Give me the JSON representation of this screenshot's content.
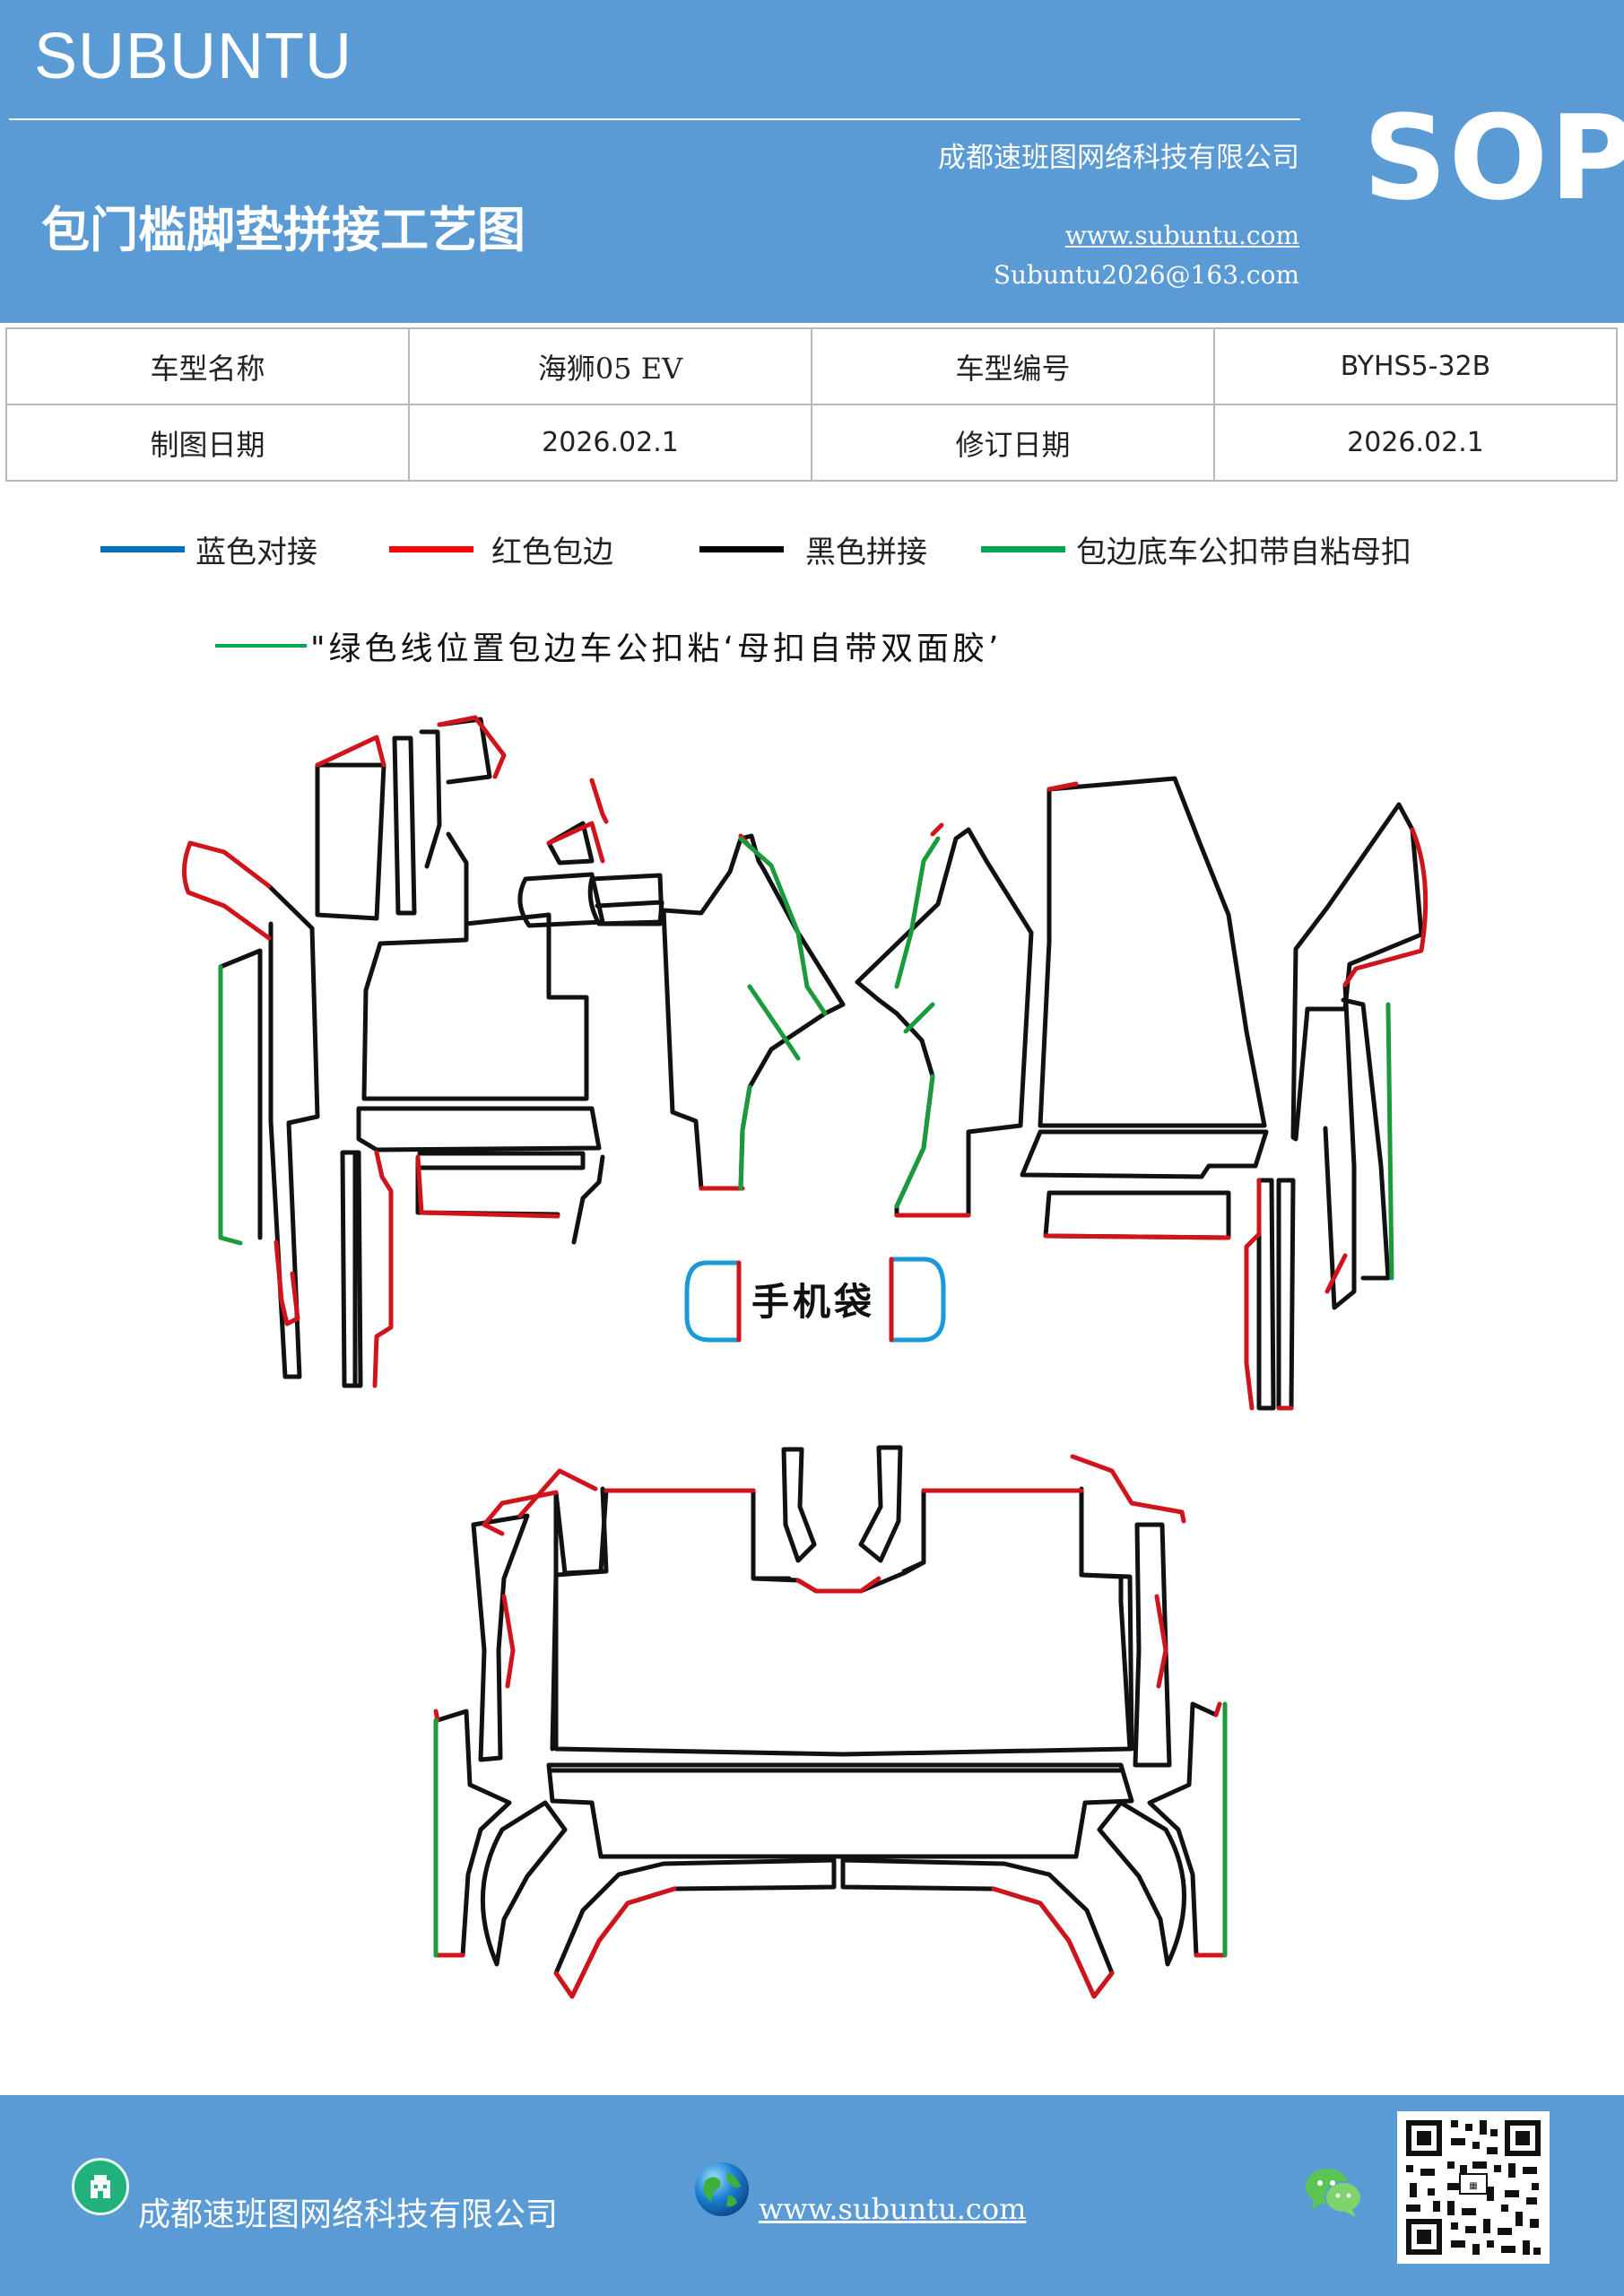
{
  "header": {
    "brand": "SUBUNTU",
    "company": "成都速班图网络科技有限公司",
    "title": "包门槛脚垫拼接工艺图",
    "website": "www.subuntu.com",
    "email": "Subuntu2026@163.com",
    "sop": "SOP"
  },
  "info": {
    "model_name_label": "车型名称",
    "model_name": "海狮05  EV",
    "model_code_label": "车型编号",
    "model_code": "BYHS5-32B",
    "draw_date_label": "制图日期",
    "draw_date": "2026.02.1",
    "revise_date_label": "修订日期",
    "revise_date": "2026.02.1"
  },
  "legend": [
    {
      "label": "蓝色对接",
      "color": "#0070c0"
    },
    {
      "label": "红色包边",
      "color": "#ff0000"
    },
    {
      "label": "黑色拼接",
      "color": "#000000"
    },
    {
      "label": "包边底车公扣带自粘母扣",
      "color": "#00a651"
    }
  ],
  "note": {
    "text": "\"绿色线位置包边车公扣粘‘母扣自带双面胶’",
    "color": "#00a651"
  },
  "diagram": {
    "phone_bag_label": "手机袋",
    "colors": {
      "blue": "#1a9ad6",
      "red": "#d0141b",
      "black": "#111111",
      "green": "#1a9a3a"
    }
  },
  "footer": {
    "company": "成都速班图网络科技有限公司",
    "website": "www.subuntu.com",
    "icons": [
      "building-icon",
      "globe-icon",
      "wechat-icon",
      "qr-code"
    ]
  },
  "theme": {
    "header_bg": "#5b9bd5",
    "footer_bg": "#5b9bd5"
  }
}
